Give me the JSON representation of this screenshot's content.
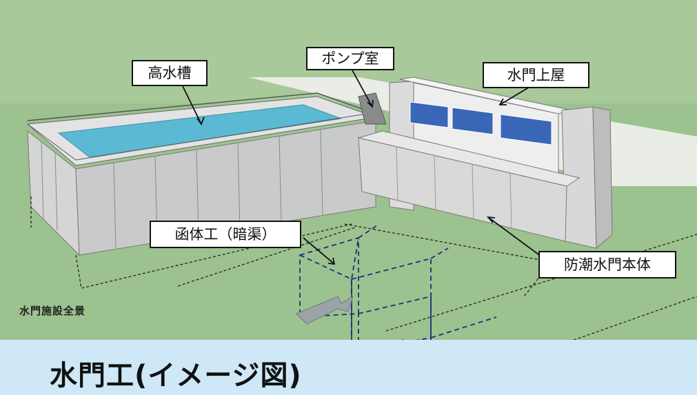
{
  "labels": {
    "high_tank": "高水槽",
    "pump_room": "ポンプ室",
    "gate_house": "水門上屋",
    "culvert": "函体工（暗渠）",
    "gate_body": "防潮水門本体"
  },
  "overview_label": "水門施設全景",
  "caption": "水門工(イメージ図)"
}
